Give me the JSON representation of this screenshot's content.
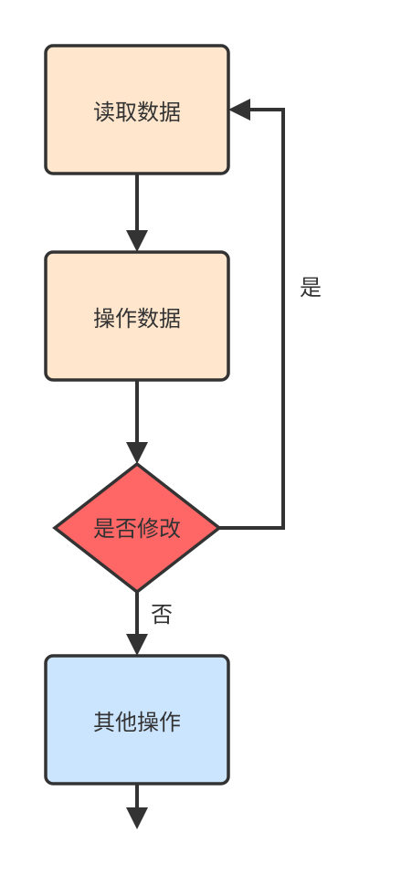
{
  "diagram": {
    "nodes": {
      "read": {
        "label": "读取数据",
        "fill": "#FFE6CC"
      },
      "operate": {
        "label": "操作数据",
        "fill": "#FFE6CC"
      },
      "decision": {
        "label": "是否修改",
        "fill": "#FF6666"
      },
      "other": {
        "label": "其他操作",
        "fill": "#CCE5FF"
      }
    },
    "edges": {
      "yes_label": "是",
      "no_label": "否"
    },
    "colors": {
      "stroke": "#333333",
      "text": "#333333"
    }
  }
}
